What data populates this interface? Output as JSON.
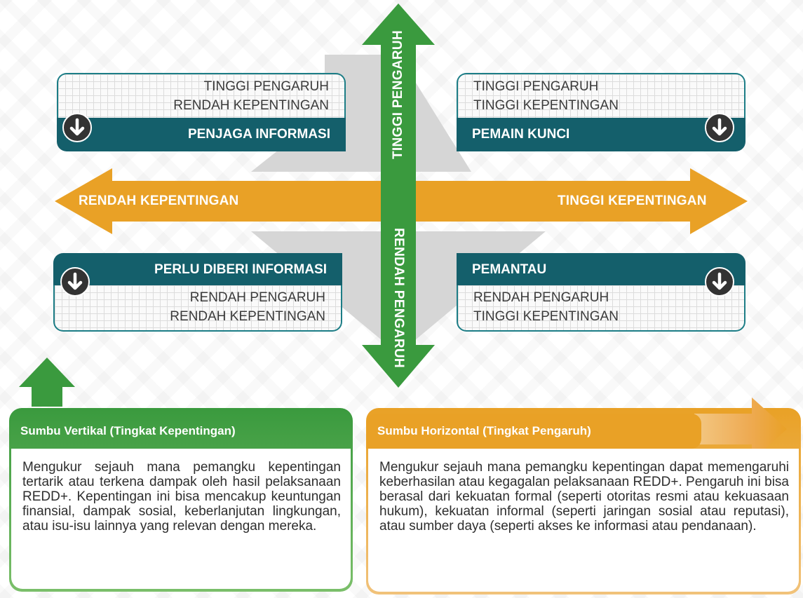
{
  "axes": {
    "vertical_top": "TINGGI PENGARUH",
    "vertical_bottom": "RENDAH PENGARUH",
    "horizontal_left": "RENDAH KEPENTINGAN",
    "horizontal_right": "TINGGI KEPENTINGAN"
  },
  "quadrants": {
    "top_left": {
      "line1": "TINGGI PENGARUH",
      "line2": "RENDAH KEPENTINGAN",
      "label": "PENJAGA INFORMASI",
      "icon": "arrow-down-circle-icon"
    },
    "top_right": {
      "line1": "TINGGI PENGARUH",
      "line2": "TINGGI KEPENTINGAN",
      "label": "PEMAIN KUNCI",
      "icon": "arrow-down-circle-icon"
    },
    "bottom_left": {
      "line1": "RENDAH PENGARUH",
      "line2": "RENDAH KEPENTINGAN",
      "label": "PERLU DIBERI INFORMASI",
      "icon": "arrow-down-circle-icon"
    },
    "bottom_right": {
      "line1": "RENDAH PENGARUH",
      "line2": "TINGGI KEPENTINGAN",
      "label": "PEMANTAU",
      "icon": "arrow-down-circle-icon"
    }
  },
  "panels": {
    "vertical": {
      "title": "Sumbu Vertikal (Tingkat Kepentingan)",
      "text": "Mengukur sejauh mana pemangku kepentingan tertarik atau terkena dampak oleh hasil pelaksanaan REDD+. Kepentingan ini bisa mencakup keuntungan finansial, dampak sosial, keberlanjutan lingkungan, atau isu-isu lainnya yang relevan dengan mereka."
    },
    "horizontal": {
      "title": "Sumbu Horizontal (Tingkat Pengaruh)",
      "text": "Mengukur sejauh mana pemangku kepentingan dapat memengaruhi keberhasilan atau kegagalan pelaksanaan REDD+. Pengaruh ini bisa berasal dari kekuatan formal (seperti otoritas resmi atau kekuasaan hukum), kekuatan informal (seperti jaringan sosial atau reputasi), atau sumber daya (seperti akses ke informasi atau pendanaan)."
    }
  },
  "colors": {
    "green": "#3a9a3e",
    "orange": "#e9a126",
    "teal_dark": "#145f6b",
    "teal_border": "#1c7d86",
    "gray_arrow": "#d4d4d4"
  }
}
